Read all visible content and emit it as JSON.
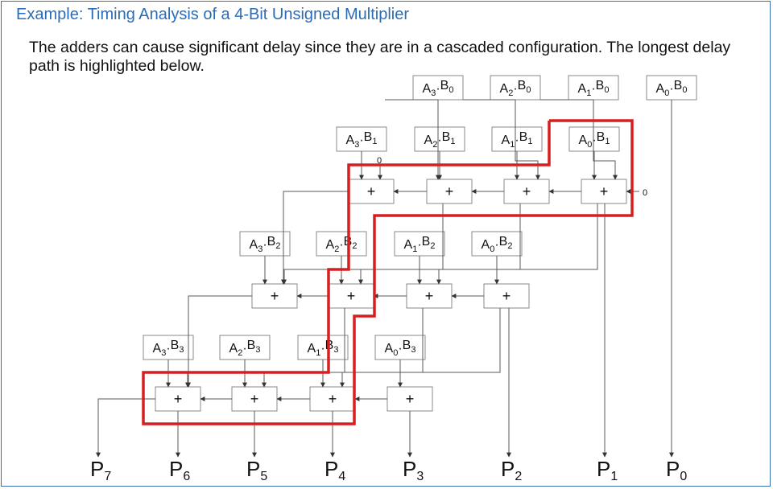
{
  "title": "Example: Timing Analysis of a 4-Bit Unsigned Multiplier",
  "body": "The adders can cause significant delay since they are in a cascaded configuration.  The longest delay path is highlighted below.",
  "adder_symbol": "+",
  "zero_label": "0",
  "row0": [
    {
      "a": "3",
      "b": "0"
    },
    {
      "a": "2",
      "b": "0"
    },
    {
      "a": "1",
      "b": "0"
    },
    {
      "a": "0",
      "b": "0"
    }
  ],
  "rows": [
    {
      "terms": [
        {
          "a": "3",
          "b": "1"
        },
        {
          "a": "2",
          "b": "1"
        },
        {
          "a": "1",
          "b": "1"
        },
        {
          "a": "0",
          "b": "1"
        }
      ]
    },
    {
      "terms": [
        {
          "a": "3",
          "b": "2"
        },
        {
          "a": "2",
          "b": "2"
        },
        {
          "a": "1",
          "b": "2"
        },
        {
          "a": "0",
          "b": "2"
        }
      ]
    },
    {
      "terms": [
        {
          "a": "3",
          "b": "3"
        },
        {
          "a": "2",
          "b": "3"
        },
        {
          "a": "1",
          "b": "3"
        },
        {
          "a": "0",
          "b": "3"
        }
      ]
    }
  ],
  "outputs": [
    {
      "letter": "P",
      "sub": "7"
    },
    {
      "letter": "P",
      "sub": "6"
    },
    {
      "letter": "P",
      "sub": "5"
    },
    {
      "letter": "P",
      "sub": "4"
    },
    {
      "letter": "P",
      "sub": "3"
    },
    {
      "letter": "P",
      "sub": "2"
    },
    {
      "letter": "P",
      "sub": "1"
    },
    {
      "letter": "P",
      "sub": "0"
    }
  ],
  "colors": {
    "title": "#2b6cb8",
    "frame": "#3b6fb0",
    "path": "#d62020",
    "wire": "#5a5a5a",
    "box_border": "#8a8a8a",
    "text": "#111111"
  }
}
